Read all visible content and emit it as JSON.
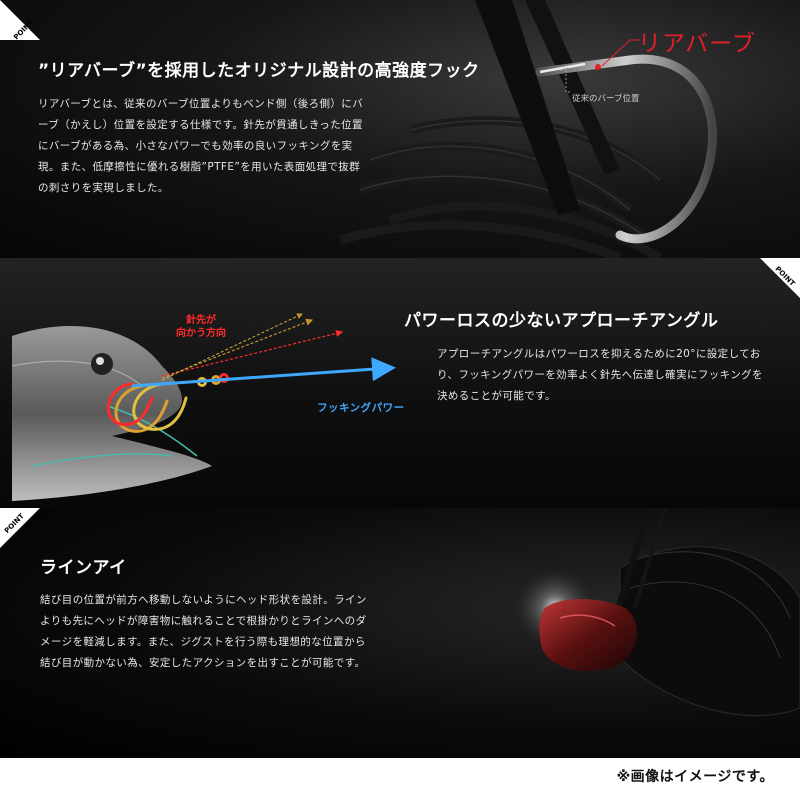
{
  "badge_text": "POINT",
  "section1": {
    "title": "”リアバーブ”を採用したオリジナル設計の高強度フック",
    "body": "リアバーブとは、従来のバーブ位置よりもベンド側（後ろ側）にバーブ（かえし）位置を設定する仕様です。針先が貫通しきった位置にバーブがある為、小さなパワーでも効率の良いフッキングを実現。また、低摩擦性に優れる樹脂”PTFE”を用いた表面処理で抜群の刺さりを実現しました。",
    "callout_rear_barb": "リアバーブ",
    "callout_conventional": "従来のバーブ位置"
  },
  "section2": {
    "title": "パワーロスの少ないアプローチアングル",
    "body": "アプローチアングルはパワーロスを抑えるために20°に設定しており、フッキングパワーを効率よく針先へ伝達し確実にフッキングを決めることが可能です。",
    "tip_direction_line1": "針先が",
    "tip_direction_line2": "向かう方向",
    "hooking_power": "フッキングパワー"
  },
  "section3": {
    "title": "ラインアイ",
    "body": "結び目の位置が前方へ移動しないようにヘッド形状を設計。ラインよりも先にヘッドが障害物に触れることで根掛かりとラインへのダメージを軽減します。また、ジグストを行う際も理想的な位置から結び目が動かない為、安定したアクションを出すことが可能です。"
  },
  "footer": {
    "note": "※画像はイメージです。"
  },
  "colors": {
    "accent_red": "#e0202a",
    "accent_blue": "#3ea8ff",
    "tip_arrow_orange": "#c8922a"
  }
}
